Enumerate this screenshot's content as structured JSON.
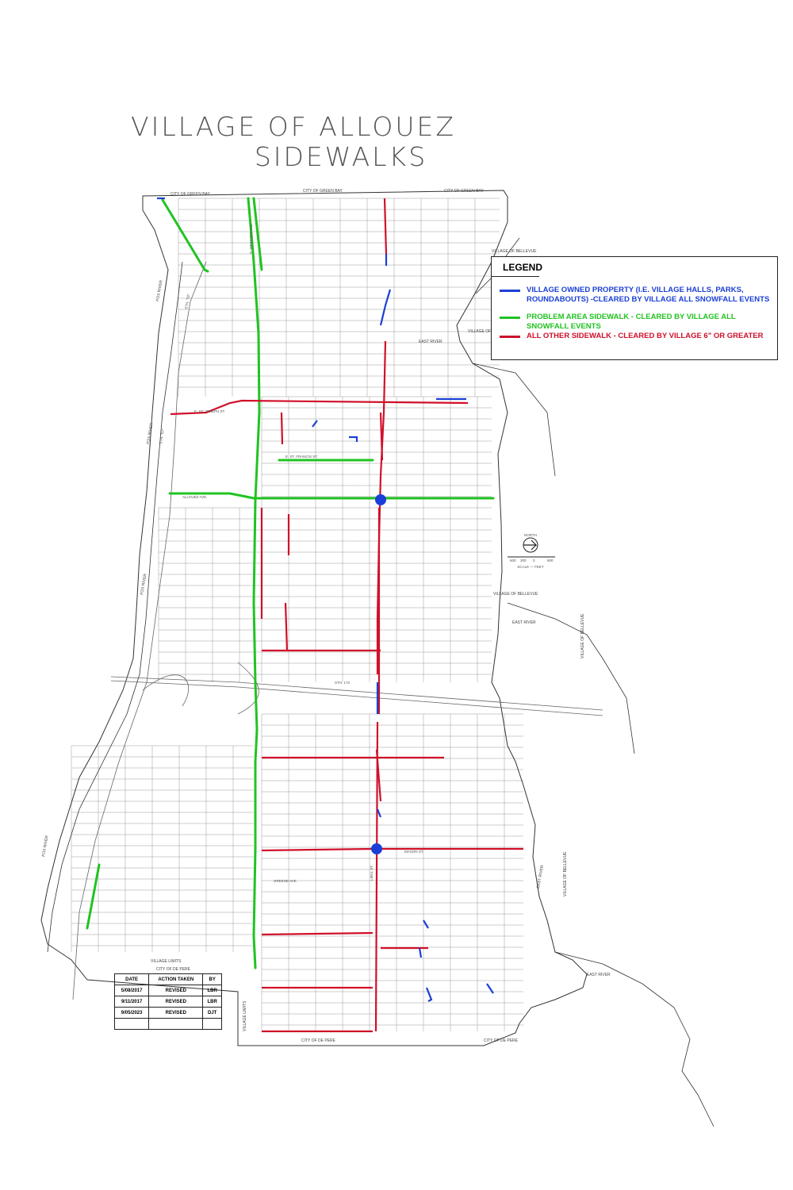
{
  "title_line1": "VILLAGE OF ALLOUEZ",
  "title_line2": "SIDEWALKS",
  "legend": {
    "title": "LEGEND",
    "items": [
      {
        "text": "VILLAGE OWNED PROPERTY (I.E. VILLAGE HALLS, PARKS, ROUNDABOUTS) -CLEARED BY VILLAGE ALL SNOWFALL EVENTS",
        "color": "#1a3fd6"
      },
      {
        "text": "PROBLEM AREA SIDEWALK - CLEARED BY VILLAGE ALL SNOWFALL EVENTS",
        "color": "#21c321"
      },
      {
        "text": "ALL OTHER SIDEWALK - CLEARED BY VILLAGE 6\" OR GREATER",
        "color": "#d0102a"
      }
    ]
  },
  "colors": {
    "blue": "#1a3fd6",
    "green": "#21c321",
    "red": "#d0102a",
    "street": "#9a9a9a"
  },
  "places": {
    "green_bay_1": "CITY OF GREEN BAY",
    "green_bay_2": "CITY OF GREEN BAY",
    "green_bay_3": "CITY OF GREEN BAY",
    "bellevue_1": "VILLAGE OF BELLEVUE",
    "bellevue_2": "VILLAGE OF BELLEVUE",
    "bellevue_3": "VILLAGE OF BELLEVUE",
    "bellevue_4": "VILLAGE OF BELLEVUE",
    "bellevue_5": "VILLAGE OF BELLEVUE",
    "east_river_1": "EAST RIVER",
    "east_river_2": "EAST RIVER",
    "east_river_3": "EAST RIVER",
    "east_river_4": "EAST RIVER",
    "fox_river_1": "FOX RIVER",
    "fox_river_2": "FOX RIVER",
    "fox_river_3": "FOX RIVER",
    "fox_river_4": "FOX RIVER",
    "de_pere_1": "CITY OF DE PERE",
    "de_pere_2": "CITY OF DE PERE",
    "de_pere_3": "CITY OF DE PERE",
    "village_limits_1": "VILLAGE LIMITS",
    "village_limits_2": "VILLAGE LIMITS"
  },
  "streets": {
    "webster": "S. WEBSTER AVE.",
    "libal": "LIBAL ST.",
    "st_joseph": "E. ST. JOSEPH ST.",
    "st_francis": "E. ST. FRANCIS ST.",
    "allouez": "ALLOUEZ AVE.",
    "hwy_172": "STH. 172",
    "greene": "GREENE AVE.",
    "sth_57": "STH. \"57\"",
    "mason": "MASON ST.",
    "sth_32": "STH. \"32\""
  },
  "north_arrow": {
    "label": "NORTH",
    "scale_text": "SCALE — FEET",
    "ticks": [
      "600",
      "300",
      "0",
      "600"
    ]
  },
  "revisions": {
    "headers": [
      "DATE",
      "ACTION TAKEN",
      "BY"
    ],
    "rows": [
      [
        "5/08/2017",
        "REVISED",
        "LBR"
      ],
      [
        "9/11/2017",
        "REVISED",
        "LBR"
      ],
      [
        "9/05/2023",
        "REVISED",
        "DJT"
      ],
      [
        "",
        "",
        ""
      ]
    ]
  }
}
